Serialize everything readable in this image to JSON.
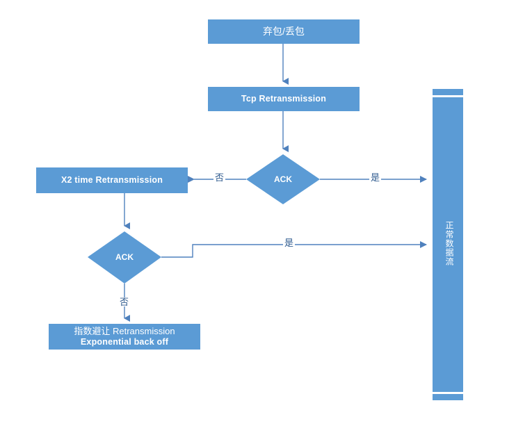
{
  "diagram": {
    "title": "TCP Retransmission Flowchart",
    "colors": {
      "node_fill": "#5B9BD5",
      "edge_stroke": "#4F81BD",
      "arrow_fill": "#4F81BD",
      "label_text": "#2E5A8E",
      "node_text": "#FFFFFF",
      "background": "#FFFFFF"
    },
    "nodes": [
      {
        "id": "drop",
        "type": "process",
        "label": "弃包/丢包"
      },
      {
        "id": "tcp_retx",
        "type": "process",
        "label": "Tcp Retransmission"
      },
      {
        "id": "ack1",
        "type": "decision",
        "label": "ACK"
      },
      {
        "id": "x2_retx",
        "type": "process",
        "label": "X2 time  Retransmission"
      },
      {
        "id": "ack2",
        "type": "decision",
        "label": "ACK"
      },
      {
        "id": "backoff",
        "type": "process",
        "label_line1": "指数避让  Retransmission",
        "label_line2": "Exponential back off"
      },
      {
        "id": "normal_flow",
        "type": "lane",
        "label": "正常数据流"
      }
    ],
    "edges": [
      {
        "id": "e-drop-tcp",
        "from": "drop",
        "to": "tcp_retx",
        "label": ""
      },
      {
        "id": "e-tcp-ack1",
        "from": "tcp_retx",
        "to": "ack1",
        "label": ""
      },
      {
        "id": "e-ack1-yes",
        "from": "ack1",
        "to": "normal_flow",
        "label": "是"
      },
      {
        "id": "e-ack1-no",
        "from": "ack1",
        "to": "x2_retx",
        "label": "否"
      },
      {
        "id": "e-x2-ack2",
        "from": "x2_retx",
        "to": "ack2",
        "label": ""
      },
      {
        "id": "e-ack2-yes",
        "from": "ack2",
        "to": "normal_flow",
        "label": "是"
      },
      {
        "id": "e-ack2-no",
        "from": "ack2",
        "to": "backoff",
        "label": "否"
      }
    ]
  }
}
